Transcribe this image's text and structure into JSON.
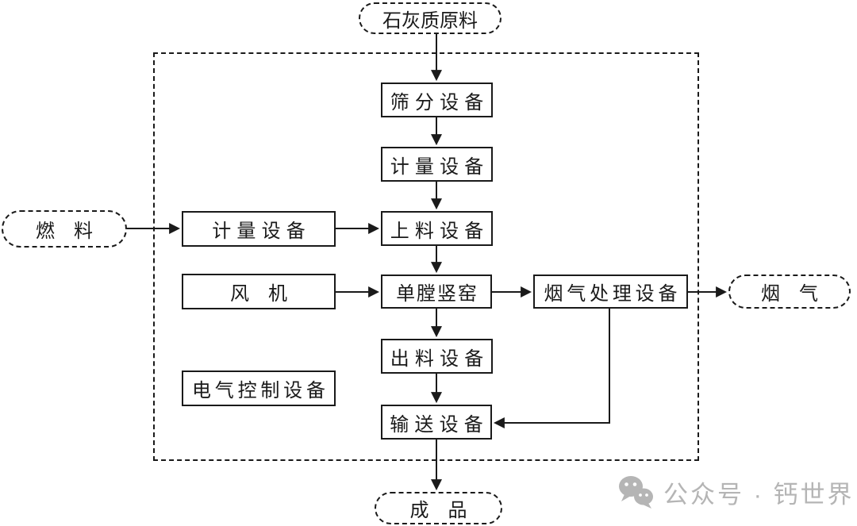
{
  "diagram": {
    "terminals": {
      "limestone": {
        "label": "石灰质原料"
      },
      "fuel": {
        "label": "燃　料"
      },
      "flue_gas": {
        "label": "烟　气"
      },
      "product": {
        "label": "成　品"
      }
    },
    "equipment": {
      "screening": {
        "label": "筛分设备"
      },
      "metering_top": {
        "label": "计量设备"
      },
      "feeding": {
        "label": "上料设备"
      },
      "metering_fuel": {
        "label": "计量设备"
      },
      "fan": {
        "label": "风　机"
      },
      "kiln": {
        "label": "单膛竖窑"
      },
      "flue_gas_treatment": {
        "label": "烟气处理设备"
      },
      "discharging": {
        "label": "出料设备"
      },
      "electrical_control": {
        "label": "电气控制设备"
      },
      "conveying": {
        "label": "输送设备"
      }
    },
    "watermark": {
      "text": "公众号 · 钙世界"
    },
    "colors": {
      "line": "#1a1a1a",
      "watermark": "#b5b5b5"
    }
  }
}
